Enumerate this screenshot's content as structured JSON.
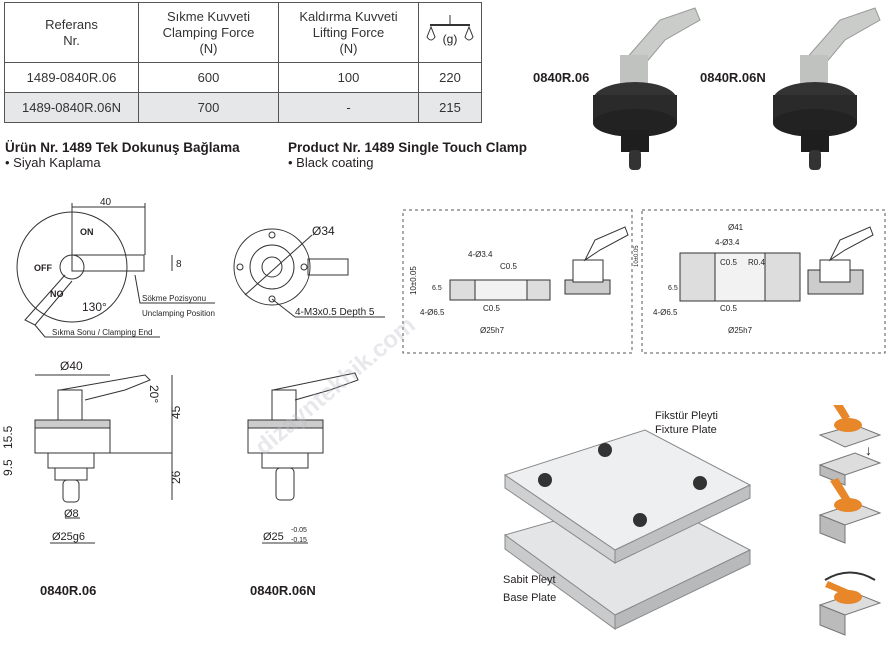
{
  "table": {
    "headers": [
      [
        "Referans",
        "Nr."
      ],
      [
        "Sıkme Kuvveti",
        "Clamping Force",
        "(N)"
      ],
      [
        "Kaldırma Kuvveti",
        "Lifting Force",
        "(N)"
      ],
      [
        "(g)"
      ]
    ],
    "rows": [
      [
        "1489-0840R.06",
        "600",
        "100",
        "220"
      ],
      [
        "1489-0840R.06N",
        "700",
        "-",
        "215"
      ]
    ]
  },
  "heading_tr": {
    "title": "Ürün Nr. 1489 Tek Dokunuş Bağlama",
    "bullet": "• Siyah Kaplama"
  },
  "heading_en": {
    "title": "Product Nr. 1489 Single Touch Clamp",
    "bullet": "• Black coating"
  },
  "photos": {
    "a": "0840R.06",
    "b": "0840R.06N"
  },
  "top_view": {
    "dim_40": "40",
    "dim_8": "8",
    "on": "ON",
    "off": "OFF",
    "no": "NO",
    "angle": "130°",
    "unclamp_tr": "Sökme Pozisyonu",
    "unclamp_en": "Unclamping Position",
    "clampend": "Sıkma Sonu / Clamping End"
  },
  "bottom_view": {
    "dia": "Ø34",
    "thread": "4-M3x0.5 Depth 5"
  },
  "mount1": {
    "h10": "10±0.05",
    "h65": "6.5",
    "holes": "4-Ø3.4",
    "c05a": "C0.5",
    "c05b": "C0.5",
    "cb": "4-Ø6.5",
    "bore": "Ø25h7"
  },
  "mount2": {
    "d41": "Ø41",
    "h10": "10±0.05",
    "h65": "6.5",
    "holes": "4-Ø3.4",
    "c05a": "C0.5",
    "r04": "R0.4",
    "c05b": "C0.5",
    "cb": "4-Ø6.5",
    "bore": "Ø25h7"
  },
  "side_a": {
    "d40": "Ø40",
    "ang": "20°",
    "h45": "45",
    "h155": "15.5",
    "h95": "9.5",
    "h26": "26",
    "d8": "Ø8",
    "d25": "Ø25g6",
    "label": "0840R.06"
  },
  "side_b": {
    "d25": "Ø25",
    "tol_up": "-0.05",
    "tol_dn": "-0.15",
    "label": "0840R.06N"
  },
  "plates": {
    "fix_tr": "Fikstür Pleyti",
    "fix_en": "Fixture Plate",
    "base_tr": "Sabit Pleyt",
    "base_en": "Base Plate"
  },
  "watermark": "dizayntekhik.com",
  "colors": {
    "orange": "#e8862a",
    "plate": "#e4e5e6",
    "dark": "#2a2a2a"
  }
}
